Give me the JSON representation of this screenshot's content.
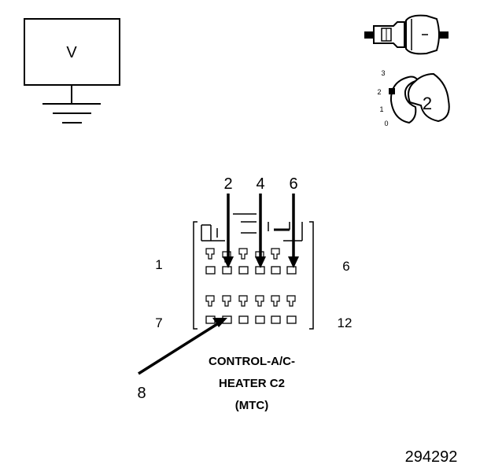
{
  "voltmeter": {
    "label": "V"
  },
  "ignition_switch": {
    "positions": [
      "3",
      "2",
      "1",
      "0"
    ],
    "selected": "2"
  },
  "connector": {
    "title_line1": "CONTROL-A/C-",
    "title_line2": "HEATER C2",
    "title_line3": "(MTC)",
    "pin_labels": {
      "top_left": "1",
      "top_right": "6",
      "bottom_left": "7",
      "bottom_right": "12"
    },
    "arrow_labels": [
      "2",
      "4",
      "6",
      "8"
    ]
  },
  "figure_number": "294292"
}
